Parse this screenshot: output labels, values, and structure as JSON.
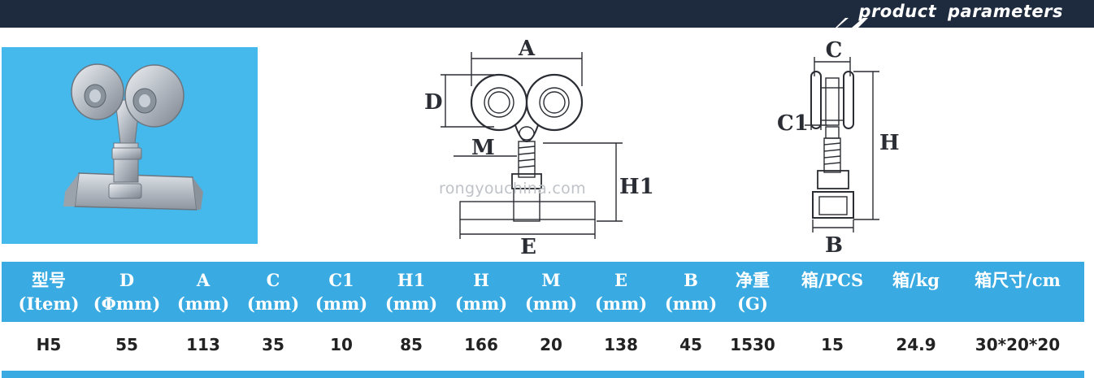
{
  "banner": {
    "label": "product parameters",
    "color": "#1e2a3e"
  },
  "photo": {
    "background": "#45b8ec"
  },
  "front_diagram": {
    "labels": {
      "A": "A",
      "D": "D",
      "M": "M",
      "H1": "H1",
      "E": "E"
    }
  },
  "side_diagram": {
    "labels": {
      "C": "C",
      "C1": "C1",
      "H": "H",
      "B": "B"
    }
  },
  "watermark": "rongyouchina.com",
  "table": {
    "header_color": "#3aaae2",
    "columns": [
      {
        "line1": "型号",
        "line2": "(Item)"
      },
      {
        "line1": "D",
        "line2": "(Φmm)"
      },
      {
        "line1": "A",
        "line2": "(mm)"
      },
      {
        "line1": "C",
        "line2": "(mm)"
      },
      {
        "line1": "C1",
        "line2": "(mm)"
      },
      {
        "line1": "H1",
        "line2": "(mm)"
      },
      {
        "line1": "H",
        "line2": "(mm)"
      },
      {
        "line1": "M",
        "line2": "(mm)"
      },
      {
        "line1": "E",
        "line2": "(mm)"
      },
      {
        "line1": "B",
        "line2": "(mm)"
      },
      {
        "line1": "净重",
        "line2": "(G)"
      },
      {
        "line1": "箱/PCS",
        "line2": ""
      },
      {
        "line1": "箱/kg",
        "line2": ""
      },
      {
        "line1": "箱尺寸/cm",
        "line2": ""
      }
    ],
    "row": [
      "H5",
      "55",
      "113",
      "35",
      "10",
      "85",
      "166",
      "20",
      "138",
      "45",
      "1530",
      "15",
      "24.9",
      "30*20*20"
    ]
  }
}
